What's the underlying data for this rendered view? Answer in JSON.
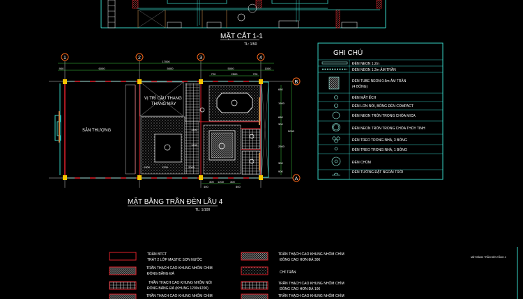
{
  "section": {
    "title": "MẶT CẮT 1-1",
    "scale": "TL: 1/50"
  },
  "plan": {
    "title": "MẶT BẰNG TRẦN ĐÈN LẦU 4",
    "scale": "TL: 1/100",
    "grid_columns": [
      "1",
      "2",
      "3",
      "4"
    ],
    "grid_rows": [
      "A",
      "B"
    ],
    "room_labels": {
      "terrace": "SÂN THƯỢNG",
      "stair": "VỊ TRÍ CẦU THANG",
      "elevator": "THANG MÁY"
    },
    "dims_top_total": "17000",
    "dims_top": [
      "900",
      "6000",
      "5000",
      "5000",
      "1000"
    ],
    "dims_top_inner": [
      "720",
      "2500",
      "720"
    ],
    "dims_right": [
      "680",
      "1500",
      "680",
      "300",
      "2500",
      "300",
      "900"
    ],
    "dims_right_total": "5000",
    "dims_bottom": [
      "400",
      "300",
      "1200",
      "300",
      "800"
    ],
    "dims_room": [
      "1300",
      "1200",
      "2000",
      "1200",
      "1300"
    ]
  },
  "legend": {
    "title": "GHI CHÚ",
    "items": [
      {
        "icon": "neon-tube-icon",
        "label": "ĐÈN NEON 1.2m"
      },
      {
        "icon": "recessed-neon-icon",
        "label": "ĐÈN NEON 1.2m ÂM TRẦN"
      },
      {
        "icon": "tube-neon-grid-icon",
        "label": "ĐÈN TUBE NEON 0.6m ÂM TRẦN",
        "label2": "(4 BÓNG)"
      },
      {
        "icon": "downlight-icon",
        "label": "ĐÈN MẮT ẾCH"
      },
      {
        "icon": "compact-lamp-icon",
        "label": "ĐÈN LON NỔI, BÓNG ĐÈN COMPACT"
      },
      {
        "icon": "round-neon-mica-icon",
        "label": "ĐÈN NEON TRÒN TRONG CHÓA MICA"
      },
      {
        "icon": "round-neon-glass-icon",
        "label": "ĐÈN NEON TRÒN TRONG CHÓA THỦY TINH"
      },
      {
        "icon": "pendant-3-icon",
        "label": "ĐÈN TREO TRONG NHÀ, 3 BÓNG"
      },
      {
        "icon": "pendant-1-icon",
        "label": "ĐÈN TREO TRONG NHÀ, 1 BÓNG"
      },
      {
        "icon": "chandelier-icon",
        "label": "ĐÈN CHÙM"
      },
      {
        "icon": "outdoor-wall-lamp-icon",
        "label": "ĐÈN TƯỜNG ĐẶT NGOÀI TRỜI"
      }
    ]
  },
  "ceiling_legend": [
    {
      "line1": "TRẦN BTCT",
      "line2": "TRÁT 2 LỚP MASTIC SƠN NƯỚC"
    },
    {
      "line1": "TRẦN THẠCH CAO KHUNG NHÔM CHÌM",
      "line2": "ĐÓNG BẰNG ĐÁ"
    },
    {
      "line1": "TRẦN THẠCH CAO KHUNG NHÔM NỔI",
      "line2": "ĐÓNG BẰNG ĐÁ  (KHUNG 1200x1200)"
    },
    {
      "line1": "TRẦN THẠCH CAO KHUNG NHÔM CHÌM",
      "line2": ""
    },
    {
      "line1": "TRẦN THẠCH CAO KHUNG NHÔM CHÌM",
      "line2": "ĐÓNG CAO HƠN ĐÁ 300"
    },
    {
      "line1": "CHỈ TRẦN",
      "line2": ""
    },
    {
      "line1": "TRẦN THẠCH CAO KHUNG NHÔM CHÌM",
      "line2": "ĐÓNG CAO HƠN ĐÁ 100"
    },
    {
      "line1": "TRẦN THẠCH CAO KHUNG NHÔM CHÌM",
      "line2": ""
    }
  ],
  "side_note": "MẶT BẰNG TRẦN ĐÈN TẦNG 4",
  "colors": {
    "wall": "#e0202a",
    "column": "#f5c400",
    "cyan": "#39d3c6",
    "grid": "#ffffff",
    "bubble": "#ff6a1a",
    "dim": "#3fd23f"
  }
}
